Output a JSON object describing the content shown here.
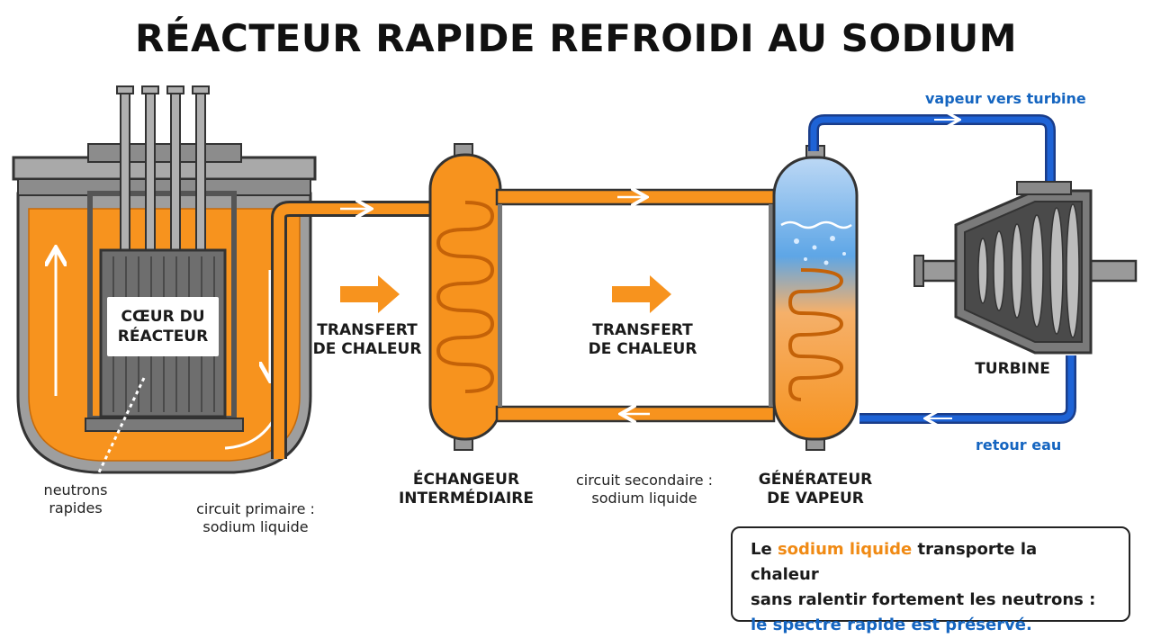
{
  "title": "RÉACTEUR RAPIDE REFROIDI AU SODIUM",
  "labels": {
    "core": [
      "CŒUR DU",
      "RÉACTEUR"
    ],
    "neutrons": [
      "neutrons",
      "rapides"
    ],
    "primary_circuit": [
      "circuit primaire :",
      "sodium liquide"
    ],
    "transfer_1": [
      "TRANSFERT",
      "DE CHALEUR"
    ],
    "transfer_2": [
      "TRANSFERT",
      "DE CHALEUR"
    ],
    "exchanger": [
      "ÉCHANGEUR",
      "INTERMÉDIAIRE"
    ],
    "secondary_circuit": [
      "circuit secondaire :",
      "sodium liquide"
    ],
    "steam_generator": [
      "GÉNÉRATEUR",
      "DE VAPEUR"
    ],
    "turbine": "TURBINE",
    "steam_to_turbine": "vapeur vers turbine",
    "water_return": "retour eau"
  },
  "info": {
    "l1_a": "Le ",
    "l1_hl": "sodium liquide",
    "l1_b": " transporte la chaleur",
    "l2": "sans ralentir fortement les neutrons :",
    "l3": "le spectre rapide est préservé."
  },
  "colors": {
    "sodium": "#f7931e",
    "sodium_dark": "#e07a10",
    "steel": "#9a9a9a",
    "steel_dark": "#555555",
    "water": "#1e63d6",
    "accent_orange": "#f08a14",
    "accent_blue": "#1565c0"
  }
}
